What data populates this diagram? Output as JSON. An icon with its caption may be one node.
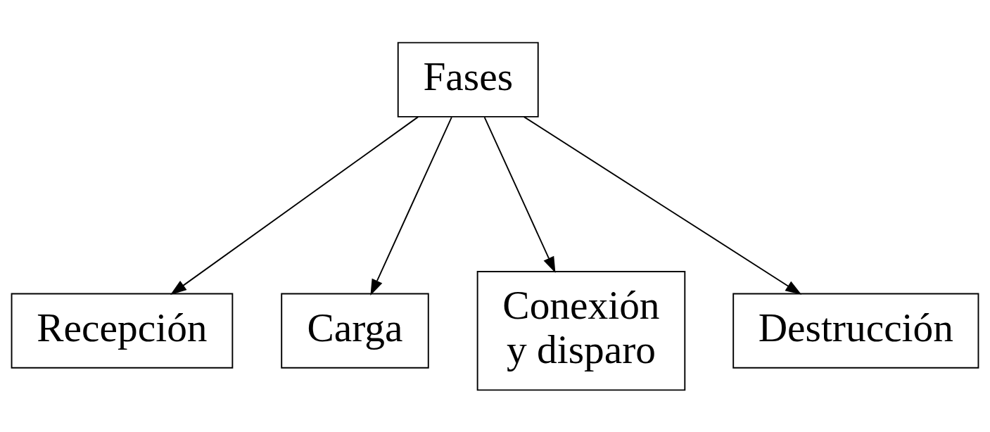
{
  "diagram": {
    "nodes": [
      {
        "text": [
          "Fases"
        ]
      },
      {
        "text": [
          "Recepción"
        ]
      },
      {
        "text": [
          "Carga"
        ]
      },
      {
        "text": [
          "Conexión y disparo"
        ]
      },
      {
        "text": [
          "Destrucción"
        ]
      }
    ],
    "edges": [
      {
        "from": 0,
        "to": 1,
        "arrow": "to"
      },
      {
        "from": 0,
        "to": 2,
        "arrow": "to"
      },
      {
        "from": 0,
        "to": 3,
        "arrow": "to"
      },
      {
        "from": 0,
        "to": 4,
        "arrow": "to"
      }
    ]
  }
}
